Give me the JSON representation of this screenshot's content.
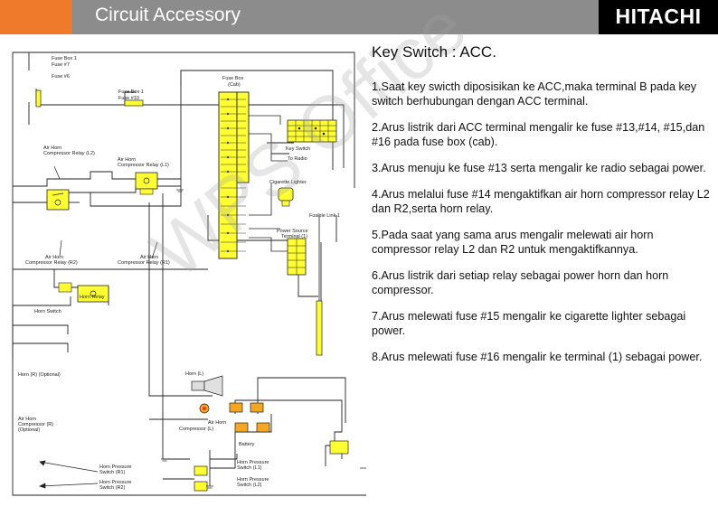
{
  "header": {
    "title": "Circuit Accessory",
    "brand": "HITACHI",
    "accent_color": "#f07a2c",
    "bar_color": "#8c8c8c"
  },
  "panel": {
    "heading": "Key Switch : ACC.",
    "steps": [
      "1.Saat key swicth diposisikan ke ACC,maka terminal B pada key switch berhubungan dengan ACC terminal.",
      "2.Arus listrik dari ACC terminal mengalir ke fuse #13,#14, #15,dan #16 pada fuse box (cab).",
      "3.Arus menuju ke fuse #13 serta mengalir ke radio sebagai power.",
      "4.Arus melalui fuse #14 mengaktifkan air horn compressor relay L2 dan R2,serta horn relay.",
      "5.Pada saat yang sama arus mengalir melewati air horn compressor relay L2 dan R2 untuk mengaktifkannya.",
      "6.Arus listrik dari setiap relay  sebagai power horn dan horn compressor.",
      "7.Arus melewati fuse #15 mengalir ke cigarette lighter sebagai power.",
      "8.Arus melewati fuse #16 mengalir ke terminal (1) sebagai power."
    ]
  },
  "diagram": {
    "highlight_color": "#ffff33",
    "labels": {
      "fuse_box_1": "Fuse Box 1",
      "fuse_7": "Fuse #7",
      "fuse_6": "Fuse #6",
      "fuse_box_1_b": "Fuse Box 1",
      "fuse_10": "Fuse #10",
      "fuse_box_cab_1": "Fuse Box",
      "fuse_box_cab_2": "(Cab)",
      "key_switch": "Key Switch",
      "to_radio": "To Radio",
      "cigarette_lighter": "Cigarette Lighter",
      "fusible_link": "Fusible Link 1",
      "power_source_1": "Power Source",
      "power_source_2": "Terminal (1)",
      "air_horn_relay_l2_1": "Air Horn",
      "air_horn_relay_l2_2": "Compressor Relay (L2)",
      "air_horn_relay_l1_1": "Air Horn",
      "air_horn_relay_l1_2": "Compressor Relay (L1)",
      "air_horn_relay_r2_1": "Air Horn",
      "air_horn_relay_r2_2": "Compressor Relay (R2)",
      "air_horn_relay_r1_1": "Air Horn",
      "air_horn_relay_r1_2": "Compressor Relay (R1)",
      "horn_switch": "Horn Switch",
      "horn_relay": "Horn Relay",
      "horn_r": "Horn (R) (Optional)",
      "horn_l": "Horn (L)",
      "air_horn_comp_r_1": "Air Horn",
      "air_horn_comp_r_2": "Compressor (R)",
      "air_horn_comp_r_3": "(Optional)",
      "air_horn_comp_l_1": "Air Horn",
      "air_horn_comp_l_2": "Compressor (L)",
      "battery": "Battery",
      "pressure_r1_1": "Horn Pressure",
      "pressure_r1_2": "Switch (R1)",
      "pressure_r2_1": "Horn Pressure",
      "pressure_r2_2": "Switch (R2)",
      "pressure_l1_1": "Horn Pressure",
      "pressure_l1_2": "Switch (L1)",
      "pressure_l2_1": "Horn Pressure",
      "pressure_l2_2": "Switch (L2)"
    },
    "watermark": "WPS Office"
  }
}
